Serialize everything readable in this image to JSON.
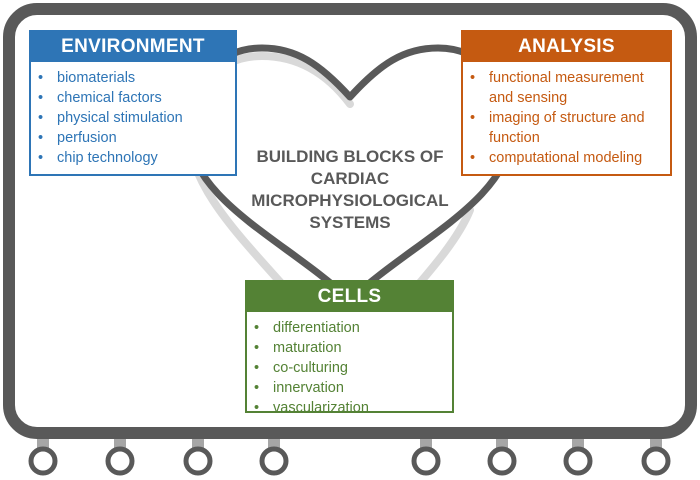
{
  "center_title": "BUILDING BLOCKS OF CARDIAC MICROPHYSIOLOGICAL SYSTEMS",
  "environment": {
    "title": "ENVIRONMENT",
    "items": [
      "biomaterials",
      "chemical factors",
      "physical stimulation",
      "perfusion",
      "chip technology"
    ]
  },
  "analysis": {
    "title": "ANALYSIS",
    "items": [
      "functional measurement and sensing",
      "imaging of structure and function",
      "computational modeling"
    ]
  },
  "cells": {
    "title": "CELLS",
    "items": [
      "differentiation",
      "maturation",
      "co-culturing",
      "innervation",
      "vascularization"
    ]
  },
  "bullet": "•",
  "colors": {
    "environment": "#2e75b6",
    "analysis": "#c55a11",
    "cells": "#548235",
    "frame": "#595959",
    "heart_outline": "#595959",
    "heart_shadow": "#d9d9d9",
    "rings": "#a6a6a6"
  },
  "icons": {
    "heart": "heart-icon",
    "frame": "board-frame",
    "rings": "binder-ring-icon"
  }
}
